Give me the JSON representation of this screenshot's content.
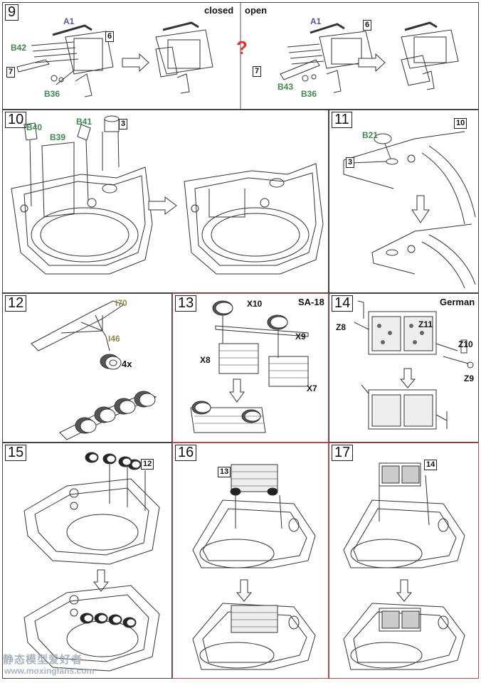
{
  "steps": [
    {
      "id": "9",
      "labels": {
        "closed": "closed",
        "open": "open",
        "a1_left": "A1",
        "b42": "B42",
        "b36_left": "B36",
        "ref6_left": "6",
        "ref7_left": "7",
        "qmark": "?",
        "a1_right": "A1",
        "b43": "B43",
        "b36_right": "B36",
        "ref6_right": "6",
        "ref7_right": "7"
      }
    },
    {
      "id": "10",
      "labels": {
        "b40": "B40",
        "b39": "B39",
        "b41": "B41",
        "ref3": "3"
      }
    },
    {
      "id": "11",
      "labels": {
        "b21": "B21",
        "ref3": "3",
        "ref10": "10"
      }
    },
    {
      "id": "12",
      "labels": {
        "i70": "I70",
        "i46": "I46",
        "qty": "4x"
      }
    },
    {
      "id": "13",
      "labels": {
        "variant": "SA-18",
        "x10": "X10",
        "x9": "X9",
        "x8": "X8",
        "x7": "X7"
      }
    },
    {
      "id": "14",
      "labels": {
        "variant": "German",
        "z8": "Z8",
        "z11": "Z11",
        "z10": "Z10",
        "z9": "Z9"
      }
    },
    {
      "id": "15",
      "labels": {
        "ref12": "12"
      }
    },
    {
      "id": "16",
      "labels": {
        "ref13": "13"
      }
    },
    {
      "id": "17",
      "labels": {
        "ref14": "14"
      }
    }
  ],
  "watermark": {
    "cn": "静态模型爱好者",
    "url": "www.moxingfans.com"
  },
  "colors": {
    "green": "#3f8a4e",
    "blue": "#55559a",
    "olive": "#8f8a4e",
    "question": "#d93535",
    "panel_border_red": "#b24a4a"
  }
}
